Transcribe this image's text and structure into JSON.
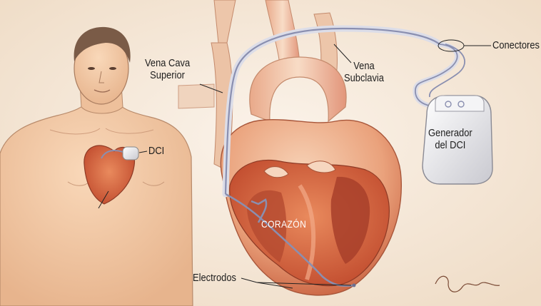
{
  "labels": {
    "vena_cava": "Vena Cava\nSuperior",
    "vena_subclavia": "Vena\nSubclavia",
    "conectores": "Conectores",
    "dci": "DCI",
    "generador": "Generador\ndel DCI",
    "corazon": "CORAZÓN",
    "electrodos": "Electrodos"
  },
  "signature": "Burke",
  "colors": {
    "background": "#f7efe4",
    "skin": "#f3c9a3",
    "heart_red": "#d9684a",
    "heart_light": "#f0b08c",
    "lead": "#8a8fb0",
    "device": "#eeeef0"
  }
}
